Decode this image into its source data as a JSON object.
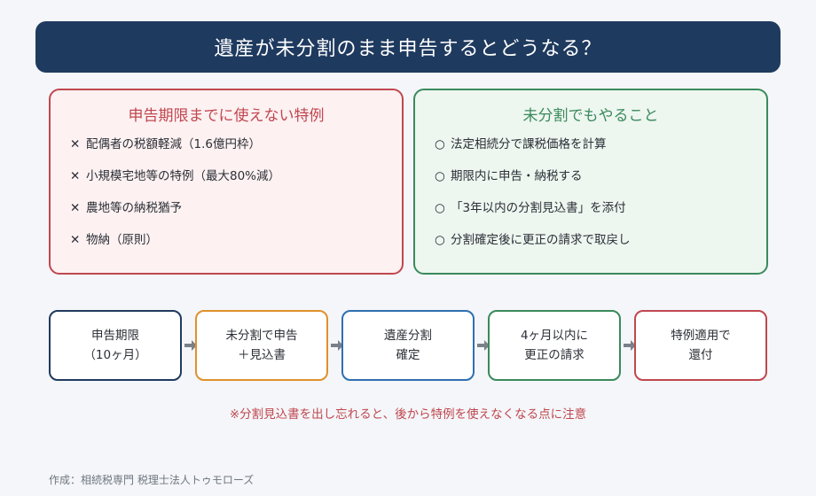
{
  "title": "遺産が未分割のまま申告するとどうなる？",
  "left_panel": {
    "heading": "申告期限までに使えない特例",
    "mark": "✕",
    "items": [
      "配偶者の税額軽減（1.6億円枠）",
      "小規模宅地等の特例（最大80%減）",
      "農地等の納税猶予",
      "物納（原則）"
    ]
  },
  "right_panel": {
    "heading": "未分割でもやること",
    "mark": "○",
    "items": [
      "法定相続分で課税価格を計算",
      "期限内に申告・納税する",
      "「3年以内の分割見込書」を添付",
      "分割確定後に更正の請求で取戻し"
    ]
  },
  "flow": {
    "steps": [
      {
        "line1": "申告期限",
        "line2": "（10ヶ月）",
        "color": "#1f3a5f"
      },
      {
        "line1": "未分割で申告",
        "line2": "＋見込書",
        "color": "#e0912a"
      },
      {
        "line1": "遺産分割",
        "line2": "確定",
        "color": "#2f6fb0"
      },
      {
        "line1": "4ヶ月以内に",
        "line2": "更正の請求",
        "color": "#3a8a5c"
      },
      {
        "line1": "特例適用で",
        "line2": "還付",
        "color": "#c0474f"
      }
    ]
  },
  "note": "※分割見込書を出し忘れると、後から特例を使えなくなる点に注意",
  "footer": "作成：相続税専門 税理士法人トゥモローズ",
  "colors": {
    "title_bg": "#1f3a5f",
    "warn": "#c0474f",
    "ok": "#3a8a5c",
    "arrow": "#7a8089"
  }
}
